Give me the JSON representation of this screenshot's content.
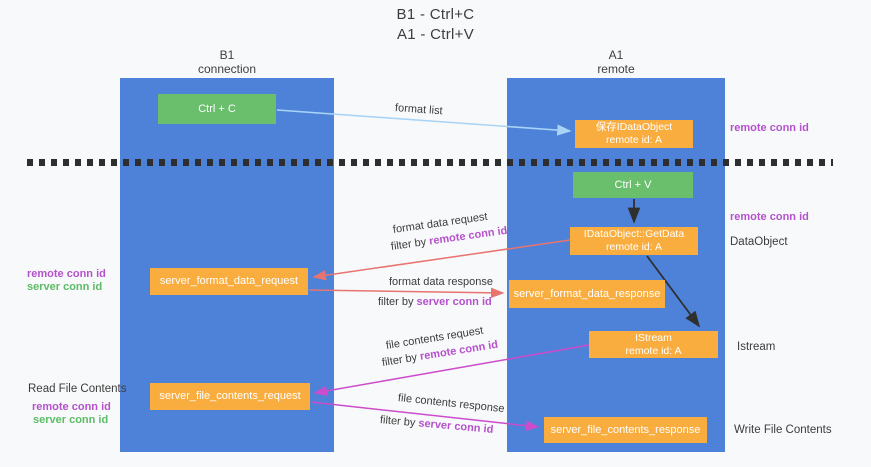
{
  "title": {
    "line1": "B1 - Ctrl+C",
    "line2": "A1 - Ctrl+V"
  },
  "columns": {
    "left": {
      "name": "B1",
      "role": "connection"
    },
    "right": {
      "name": "A1",
      "role": "remote"
    }
  },
  "boxes": {
    "ctrl_c": {
      "label": "Ctrl + C"
    },
    "saved_dataobject": {
      "line1": "保存IDataObject",
      "line2": "remote id: A"
    },
    "ctrl_v": {
      "label": "Ctrl + V"
    },
    "getdata": {
      "line1": "IDataObject::GetData",
      "line2": "remote id: A"
    },
    "istream": {
      "line1": "IStream",
      "line2": "remote id: A"
    },
    "format_request": {
      "label": "server_format_data_request"
    },
    "format_response": {
      "label": "server_format_data_response"
    },
    "file_request": {
      "label": "server_file_contents_request"
    },
    "file_response": {
      "label": "server_file_contents_response"
    }
  },
  "arrow_labels": {
    "format_list": "format list",
    "format_data_request": "format data request",
    "format_data_response": "format data response",
    "file_contents_request": "file contents request",
    "file_contents_response": "file contents response",
    "filter_by": "filter by",
    "remote_conn_id": "remote conn id",
    "server_conn_id": "server conn id"
  },
  "side_labels": {
    "remote_conn_id": "remote conn id",
    "server_conn_id": "server conn id",
    "dataobject": "DataObject",
    "istream": "Istream",
    "read_file_contents": "Read File Contents",
    "write_file_contents": "Write File Contents"
  },
  "colors": {
    "column_blue": "#4d82d8",
    "box_green": "#6abf6d",
    "box_orange": "#f9ad3e",
    "keyword_purple": "#b452cc",
    "keyword_green": "#5cbb66",
    "arrow_red": "#e87470",
    "arrow_magenta": "#cc4ccc",
    "arrow_lightblue": "#aad4f5",
    "arrow_black": "#2f2f2f",
    "background": "#f8f9fa"
  }
}
